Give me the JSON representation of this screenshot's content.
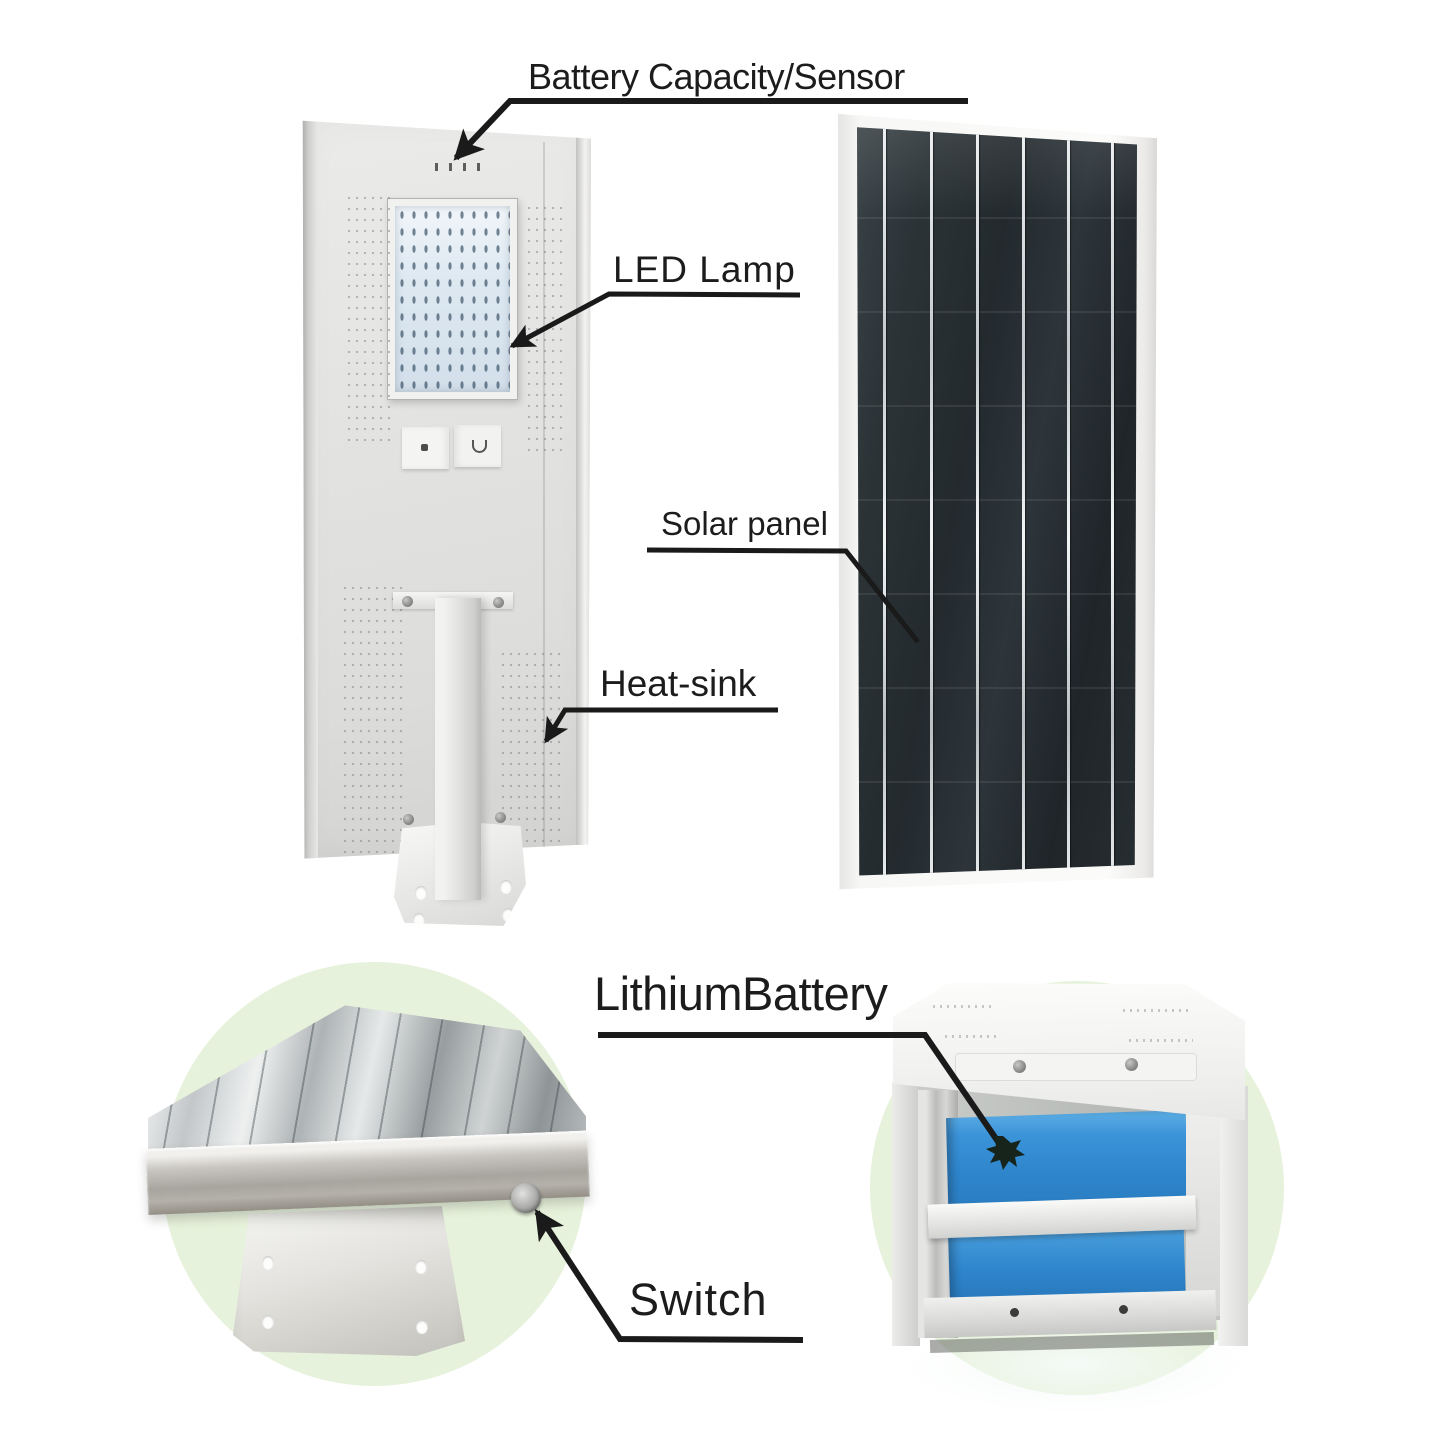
{
  "annotations": {
    "battery_sensor": {
      "label": "Battery Capacity/Sensor"
    },
    "led_lamp": {
      "label": "LED Lamp"
    },
    "solar_panel": {
      "label": "Solar panel"
    },
    "heat_sink": {
      "label": "Heat-sink"
    },
    "lithium_battery": {
      "label": "LithiumBattery"
    },
    "switch": {
      "label": "Switch"
    }
  },
  "colors": {
    "annotation_ink": "#1a1a1a",
    "inset_background_green": "#e6f2db",
    "battery_blue": "#2f86cd",
    "solar_cell_dark": "#272e32",
    "housing_light_gray": "#e3e3e1",
    "metal_silver": "#c9c6c1"
  }
}
